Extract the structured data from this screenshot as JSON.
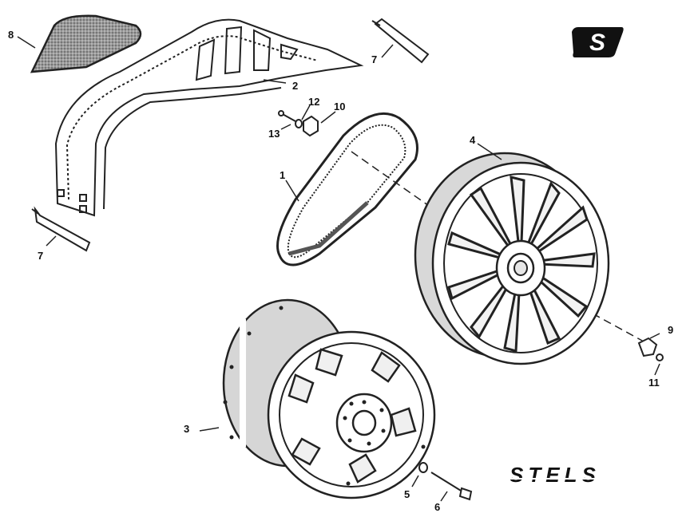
{
  "diagram": {
    "parts": [
      {
        "id": "belt",
        "callout": "1"
      },
      {
        "id": "guard-bracket",
        "callout": "2"
      },
      {
        "id": "drive-clutch",
        "callout": "3"
      },
      {
        "id": "driven-clutch",
        "callout": "4"
      },
      {
        "id": "washer",
        "callout": "5"
      },
      {
        "id": "bolt",
        "callout": "6"
      },
      {
        "id": "pad",
        "callout": "7"
      },
      {
        "id": "mesh-panel",
        "callout": "8"
      },
      {
        "id": "spacer",
        "callout": "9"
      },
      {
        "id": "rubber-bushing",
        "callout": "10"
      },
      {
        "id": "nut",
        "callout": "11"
      },
      {
        "id": "washer-small",
        "callout": "12"
      },
      {
        "id": "screw",
        "callout": "13"
      }
    ],
    "callouts": {
      "c1": "1",
      "c2": "2",
      "c3": "3",
      "c4": "4",
      "c5": "5",
      "c6": "6",
      "c7a": "7",
      "c7b": "7",
      "c8": "8",
      "c9": "9",
      "c10": "10",
      "c11": "11",
      "c12": "12",
      "c13": "13"
    }
  },
  "branding": {
    "badge_letter": "S",
    "wordmark": "STELS"
  }
}
